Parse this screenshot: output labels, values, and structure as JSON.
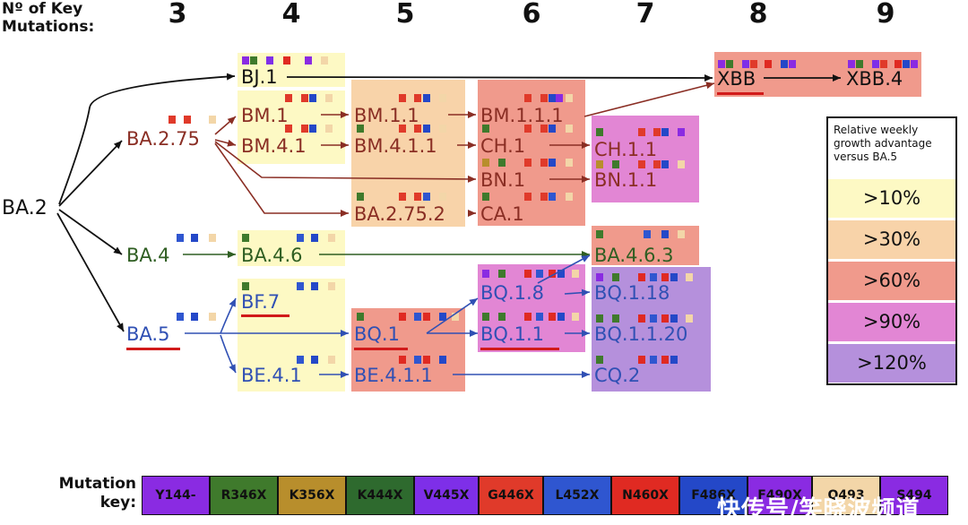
{
  "header": {
    "label": "Nº of Key\nMutations:",
    "columns": [
      "3",
      "4",
      "5",
      "6",
      "7",
      "8",
      "9"
    ]
  },
  "nodes": {
    "ba2": "BA.2",
    "ba275": "BA.2.75",
    "ba4": "BA.4",
    "ba5": "BA.5",
    "bj1": "BJ.1",
    "bm1": "BM.1",
    "bm41": "BM.4.1",
    "ba46": "BA.4.6",
    "bf7": "BF.7",
    "be41": "BE.4.1",
    "bm11": "BM.1.1",
    "bm411": "BM.4.1.1",
    "ba2752": "BA.2.75.2",
    "bq1": "BQ.1",
    "be411": "BE.4.1.1",
    "bm111": "BM.1.1.1",
    "ch1": "CH.1",
    "bn1": "BN.1",
    "ca1": "CA.1",
    "bq18": "BQ.1.8",
    "bq11": "BQ.1.1",
    "ch11": "CH.1.1",
    "bn11": "BN.1.1",
    "ba463": "BA.4.6.3",
    "bq118": "BQ.1.18",
    "bq1120": "BQ.1.1.20",
    "cq2": "CQ.2",
    "xbb": "XBB",
    "xbb4": "XBB.4"
  },
  "legend": {
    "title": "Relative weekly growth advantage versus BA.5",
    "items": [
      {
        "label": ">10%",
        "color": "#fdf9c4"
      },
      {
        "label": ">30%",
        "color": "#f8d3a9"
      },
      {
        "label": ">60%",
        "color": "#f09a8c"
      },
      {
        "label": ">90%",
        "color": "#e286d4"
      },
      {
        "label": ">120%",
        "color": "#b590dc"
      }
    ]
  },
  "mutation_key": {
    "label": "Mutation\nkey:",
    "items": [
      {
        "label": "Y144-",
        "color": "#8a2be2"
      },
      {
        "label": "R346X",
        "color": "#3f7a2c"
      },
      {
        "label": "K356X",
        "color": "#b88e2c"
      },
      {
        "label": "K444X",
        "color": "#2e6a2e"
      },
      {
        "label": "V445X",
        "color": "#7e2fe8"
      },
      {
        "label": "G446X",
        "color": "#e03a2a"
      },
      {
        "label": "L452X",
        "color": "#2f56d0"
      },
      {
        "label": "N460X",
        "color": "#e02a22"
      },
      {
        "label": "F486X",
        "color": "#2448c8"
      },
      {
        "label": "F490X",
        "color": "#8a2be2"
      },
      {
        "label": "Q493",
        "color": "#f3d6a8"
      },
      {
        "label": "S494",
        "color": "#8a2be2"
      }
    ]
  },
  "watermark": "快传号/笑晓波频道",
  "colors": {
    "black_line": "#111111",
    "brown_line": "#8a2e24",
    "green_line": "#2f5e22",
    "blue_line": "#3050b4",
    "underline": "#d11a1a"
  }
}
